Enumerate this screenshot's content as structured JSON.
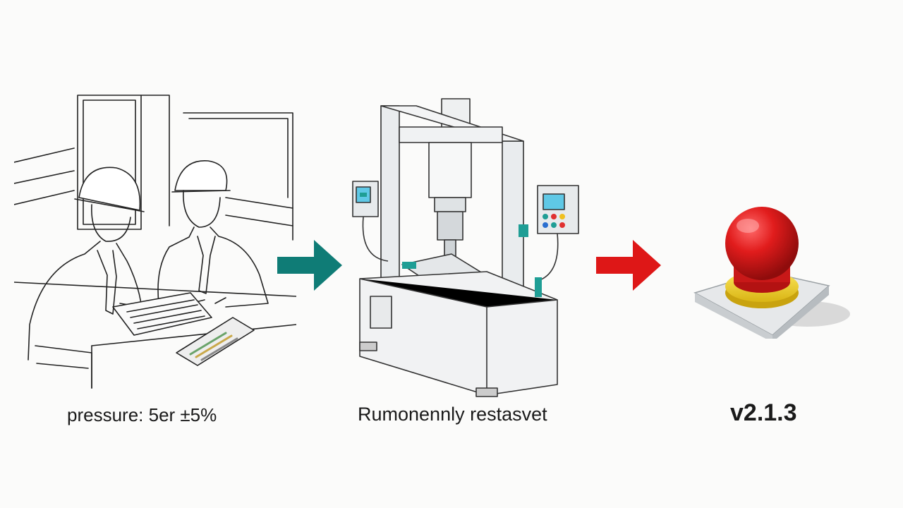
{
  "steps": [
    {
      "caption": "pressure:  5er ±5%"
    },
    {
      "caption": "Rumonennly restasvet"
    },
    {
      "caption": "v2.1.3"
    }
  ],
  "colors": {
    "arrow_1": "#0f7c76",
    "arrow_2": "#de1717",
    "button_red": "#e11c1c",
    "button_ring": "#f0d321",
    "panel_screen": "#5fc8e6",
    "accent_teal": "#1f9e95"
  },
  "icons": [
    "arrow-right-icon",
    "emergency-stop-button-icon"
  ]
}
